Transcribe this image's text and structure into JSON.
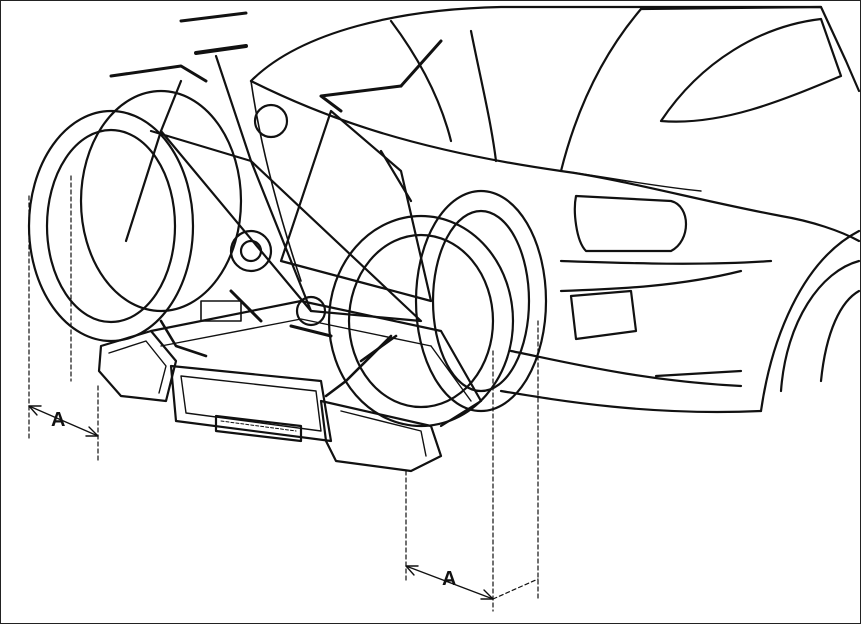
{
  "dimension_labels": [
    {
      "id": "left",
      "text": "A"
    },
    {
      "id": "right",
      "text": "A"
    }
  ],
  "colors": {
    "line": "#111111",
    "paper": "#ffffff"
  }
}
